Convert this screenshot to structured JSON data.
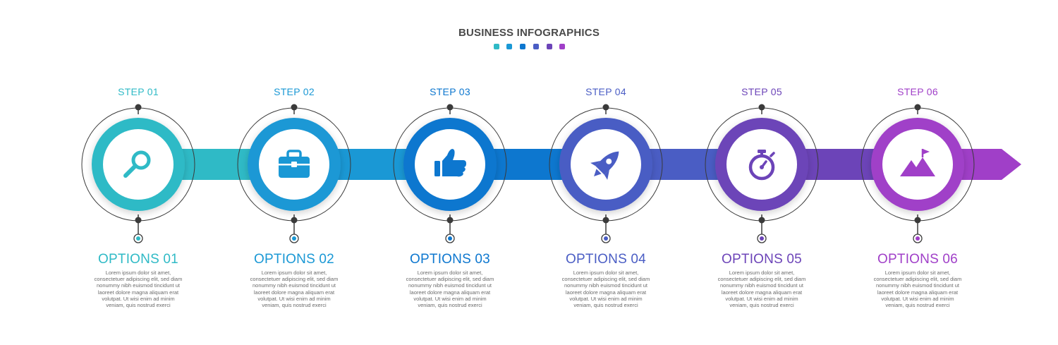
{
  "title": "BUSINESS INFOGRAPHICS",
  "colors": [
    "#2FBAC6",
    "#1A98D5",
    "#0D77CF",
    "#4A5DC4",
    "#6C44B8",
    "#A03FC8"
  ],
  "steps": [
    {
      "step": "STEP 01",
      "option": "OPTIONS 01",
      "icon": "magnifier-icon",
      "color": "#2FBAC6",
      "text": "Lorem ipsum dolor sit amet, consectetuer adipiscing elit, sed diam nonummy nibh euismod tincidunt ut laoreet dolore magna aliquam erat volutpat. Ut wisi enim ad minim veniam, quis nostrud exerci"
    },
    {
      "step": "STEP 02",
      "option": "OPTIONS 02",
      "icon": "briefcase-icon",
      "color": "#1A98D5",
      "text": "Lorem ipsum dolor sit amet, consectetuer adipiscing elit, sed diam nonummy nibh euismod tincidunt ut laoreet dolore magna aliquam erat volutpat. Ut wisi enim ad minim veniam, quis nostrud exerci"
    },
    {
      "step": "STEP 03",
      "option": "OPTIONS 03",
      "icon": "thumbs-up-icon",
      "color": "#0D77CF",
      "text": "Lorem ipsum dolor sit amet, consectetuer adipiscing elit, sed diam nonummy nibh euismod tincidunt ut laoreet dolore magna aliquam erat volutpat. Ut wisi enim ad minim veniam, quis nostrud exerci"
    },
    {
      "step": "STEP 04",
      "option": "OPTIONS 04",
      "icon": "rocket-icon",
      "color": "#4A5DC4",
      "text": "Lorem ipsum dolor sit amet, consectetuer adipiscing elit, sed diam nonummy nibh euismod tincidunt ut laoreet dolore magna aliquam erat volutpat. Ut wisi enim ad minim veniam, quis nostrud exerci"
    },
    {
      "step": "STEP 05",
      "option": "OPTIONS 05",
      "icon": "stopwatch-icon",
      "color": "#6C44B8",
      "text": "Lorem ipsum dolor sit amet, consectetuer adipiscing elit, sed diam nonummy nibh euismod tincidunt ut laoreet dolore magna aliquam erat volutpat. Ut wisi enim ad minim veniam, quis nostrud exerci"
    },
    {
      "step": "STEP 06",
      "option": "OPTIONS 06",
      "icon": "mountain-flag-icon",
      "color": "#A03FC8",
      "text": "Lorem ipsum dolor sit amet, consectetuer adipiscing elit, sed diam nonummy nibh euismod tincidunt ut laoreet dolore magna aliquam erat volutpat. Ut wisi enim ad minim veniam, quis nostrud exerci"
    }
  ]
}
